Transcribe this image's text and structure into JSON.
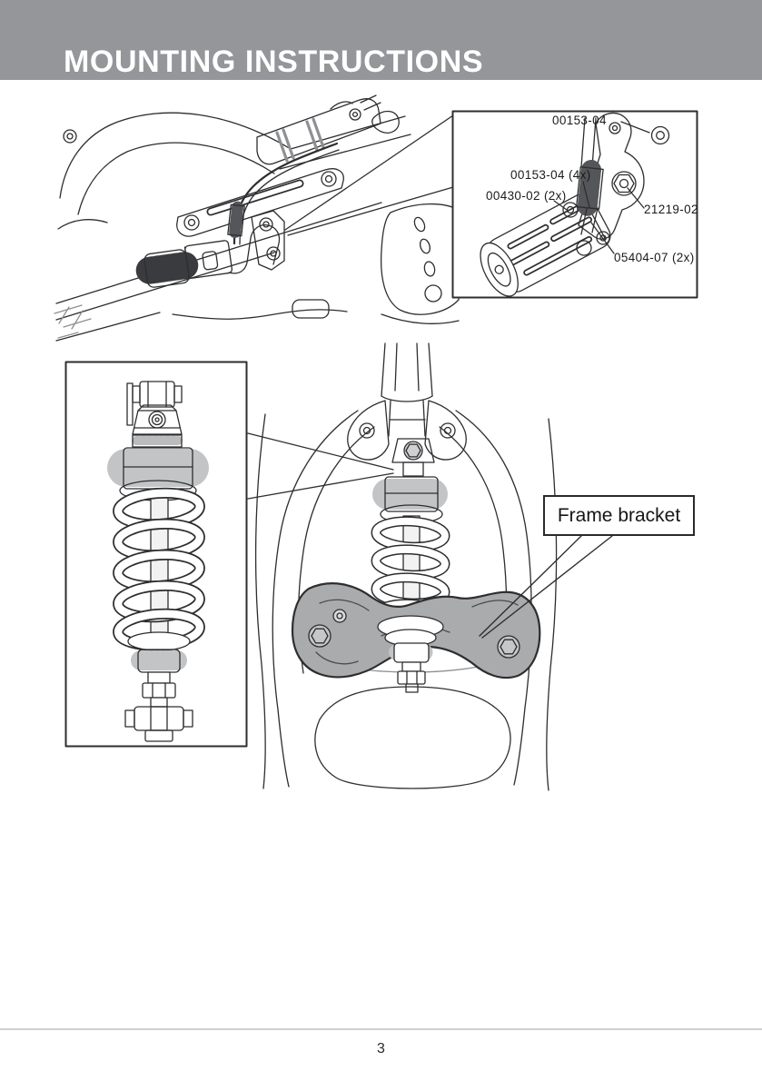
{
  "header": {
    "title": "MOUNTING INSTRUCTIONS"
  },
  "hardware_inset": {
    "labels": {
      "top_washer": "00153-04",
      "washers_4x": "00153-04 (4x)",
      "spacers_2x": "00430-02 (2x)",
      "bracket_part": "21219-02",
      "bolts_2x": "05404-07 (2x)"
    }
  },
  "frame_section": {
    "bracket_label": "Frame bracket"
  },
  "footer": {
    "page_number": "3"
  },
  "colors": {
    "header_bg": "#95969a",
    "header_text": "#ffffff",
    "artwork_line": "#2e2e30",
    "frame_bracket_fill": "#a9abad",
    "footer_rule": "#cfd0d1"
  }
}
